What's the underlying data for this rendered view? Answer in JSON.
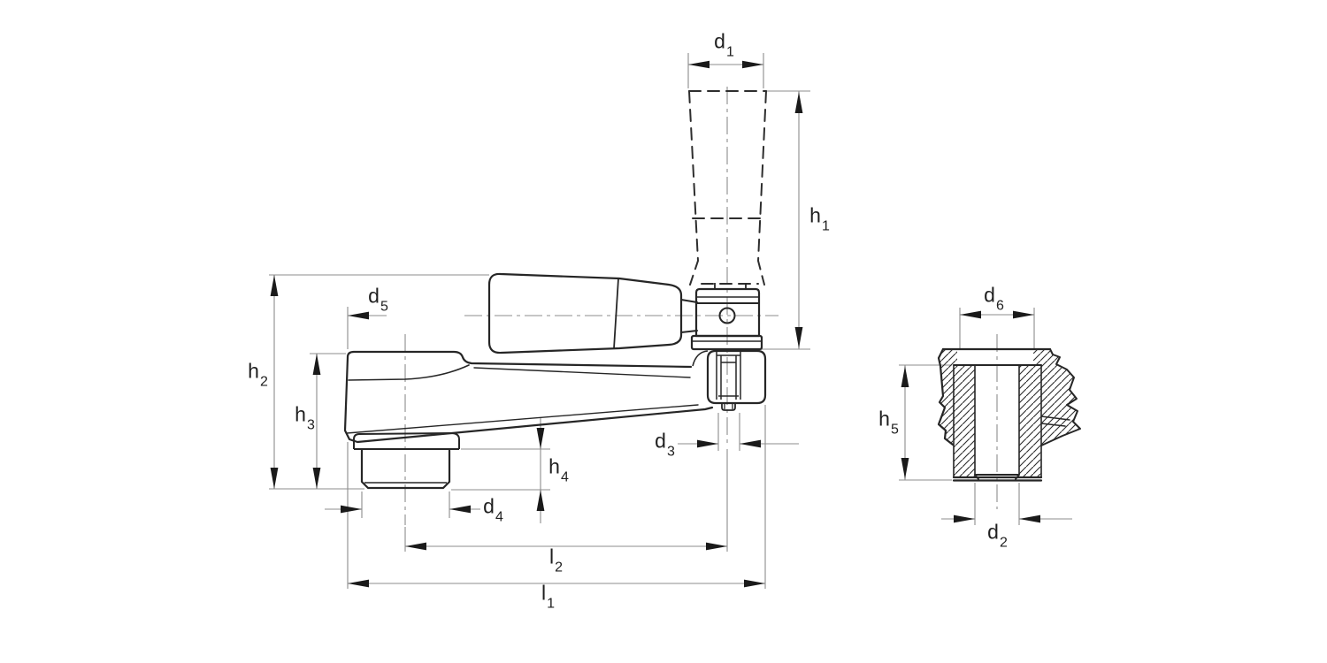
{
  "drawing": {
    "type": "technical-dimension-drawing",
    "views": 2
  },
  "colors": {
    "background": "#ffffff",
    "outline": "#262626",
    "dimension_lines": "#8c8c8c",
    "arrowheads": "#1a1a1a",
    "text": "#1f1f1f"
  },
  "dimensions": {
    "d1": {
      "base": "d",
      "sub": "1"
    },
    "d2": {
      "base": "d",
      "sub": "2"
    },
    "d3": {
      "base": "d",
      "sub": "3"
    },
    "d4": {
      "base": "d",
      "sub": "4"
    },
    "d5": {
      "base": "d",
      "sub": "5"
    },
    "d6": {
      "base": "d",
      "sub": "6"
    },
    "h1": {
      "base": "h",
      "sub": "1"
    },
    "h2": {
      "base": "h",
      "sub": "2"
    },
    "h3": {
      "base": "h",
      "sub": "3"
    },
    "h4": {
      "base": "h",
      "sub": "4"
    },
    "h5": {
      "base": "h",
      "sub": "5"
    },
    "l1": {
      "base": "l",
      "sub": "1"
    },
    "l2": {
      "base": "l",
      "sub": "2"
    }
  }
}
